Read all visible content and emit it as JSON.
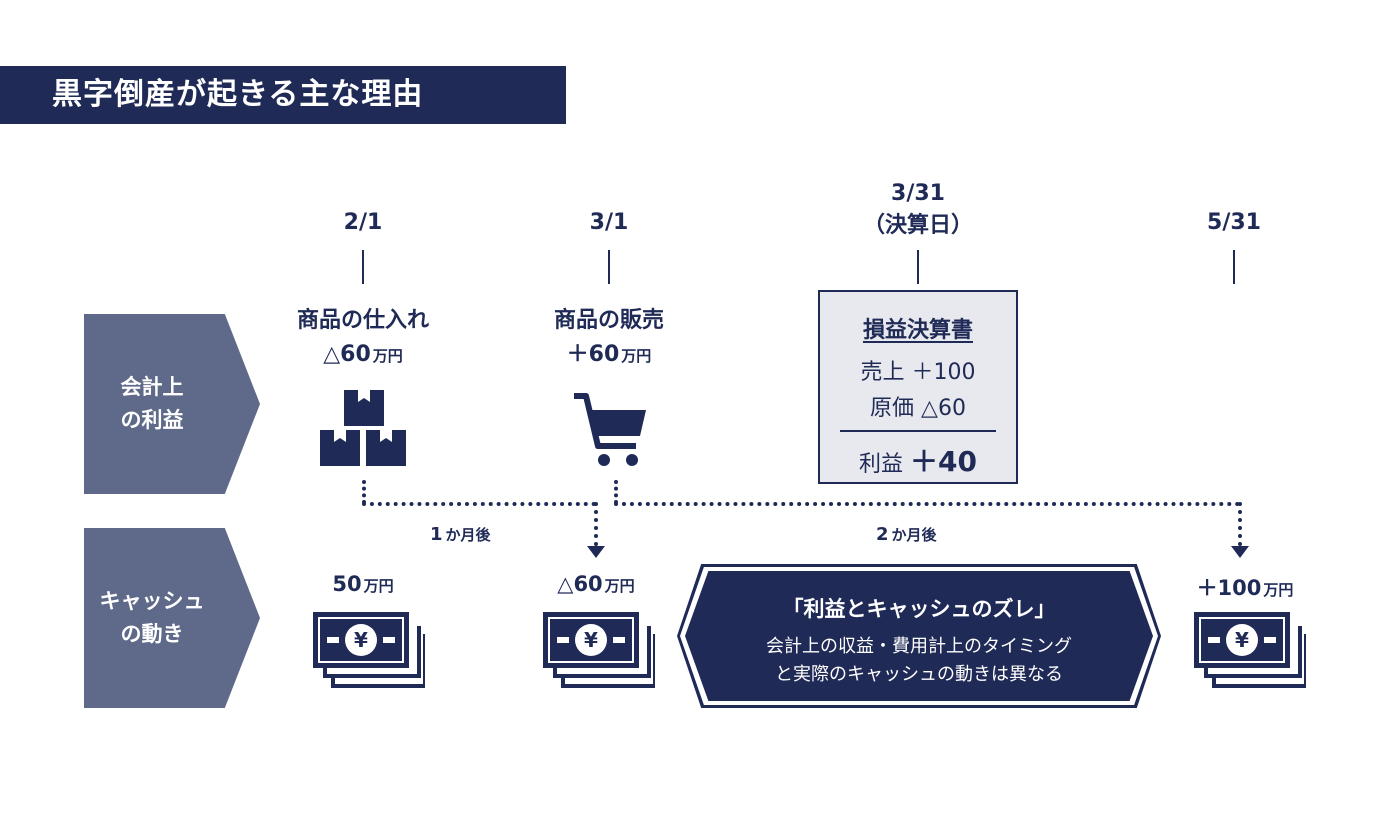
{
  "title": "黒字倒産が起きる主な理由",
  "dates": [
    {
      "line1": "",
      "line2": "2/1"
    },
    {
      "line1": "",
      "line2": "3/1"
    },
    {
      "line1": "3/31",
      "line2": "（決算日）"
    },
    {
      "line1": "",
      "line2": "5/31"
    }
  ],
  "row_labels": {
    "accounting": {
      "line1": "会計上",
      "line2": "の利益"
    },
    "cash": {
      "line1": "キャッシュ",
      "line2": "の動き"
    }
  },
  "events": {
    "purchase": {
      "title": "商品の仕入れ",
      "amount": "△60",
      "unit": "万円"
    },
    "sale": {
      "title": "商品の販売",
      "amount": "＋60",
      "unit": "万円"
    }
  },
  "pl_statement": {
    "title": "損益決算書",
    "sales": "売上 ＋100",
    "cost": "原価 △60",
    "profit_label": "利益",
    "profit_value": "＋40"
  },
  "intervals": {
    "first": {
      "number": "1",
      "text": "か月後"
    },
    "second": {
      "number": "2",
      "text": "か月後"
    }
  },
  "cash": [
    {
      "amount": "50",
      "unit": "万円"
    },
    {
      "amount": "△60",
      "unit": "万円"
    },
    {
      "amount": "＋100",
      "unit": "万円"
    }
  ],
  "gap_box": {
    "title": "「利益とキャッシュのズレ」",
    "line1": "会計上の収益・費用計上のタイミング",
    "line2": "と実際のキャッシュの動きは異なる"
  },
  "colors": {
    "navy": "#1f2a56",
    "slate": "#5f6a8a",
    "box_bg": "#e8e9ee"
  },
  "icons": [
    "boxes-icon",
    "shopping-cart-icon",
    "yen-banknotes-icon"
  ]
}
